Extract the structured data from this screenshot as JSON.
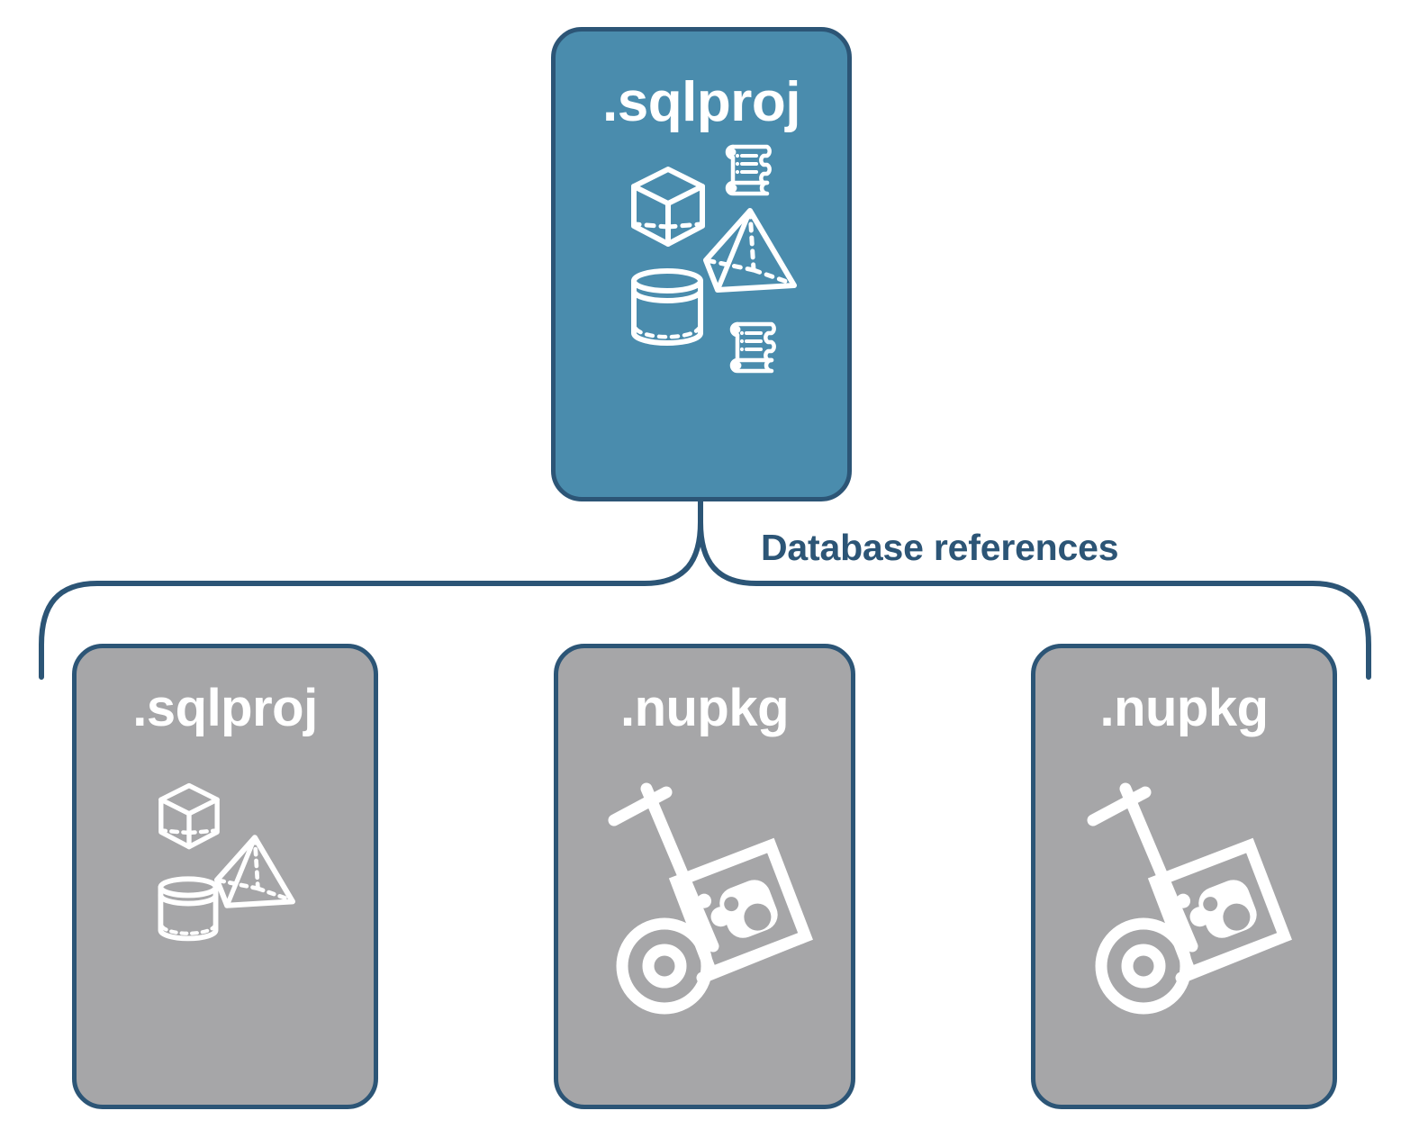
{
  "diagram": {
    "title": "Database references diagram",
    "background_color": "#ffffff",
    "accent_color": "#2c5576",
    "primary_fill": "#4a8cad",
    "secondary_fill": "#a6a6a8",
    "icon_color": "#ffffff"
  },
  "connector": {
    "label": "Database references",
    "type": "curly-brace",
    "color": "#2c5576",
    "parent": "sqlproj-top",
    "children": [
      "sqlproj-ref",
      "nupkg-ref-1",
      "nupkg-ref-2"
    ]
  },
  "nodes": {
    "top": {
      "id": "sqlproj-top",
      "title": ".sqlproj",
      "fill": "#4a8cad",
      "border": "#2c5576",
      "icons": [
        "cube-icon",
        "scroll-icon",
        "pyramid-icon",
        "cylinder-icon",
        "scroll-icon"
      ]
    },
    "children": [
      {
        "id": "sqlproj-ref",
        "title": ".sqlproj",
        "fill": "#a6a6a8",
        "border": "#2c5576",
        "icons": [
          "cube-icon",
          "pyramid-icon",
          "cylinder-icon"
        ]
      },
      {
        "id": "nupkg-ref-1",
        "title": ".nupkg",
        "fill": "#a6a6a8",
        "border": "#2c5576",
        "icons": [
          "hand-truck-package-icon"
        ]
      },
      {
        "id": "nupkg-ref-2",
        "title": ".nupkg",
        "fill": "#a6a6a8",
        "border": "#2c5576",
        "icons": [
          "hand-truck-package-icon"
        ]
      }
    ]
  }
}
